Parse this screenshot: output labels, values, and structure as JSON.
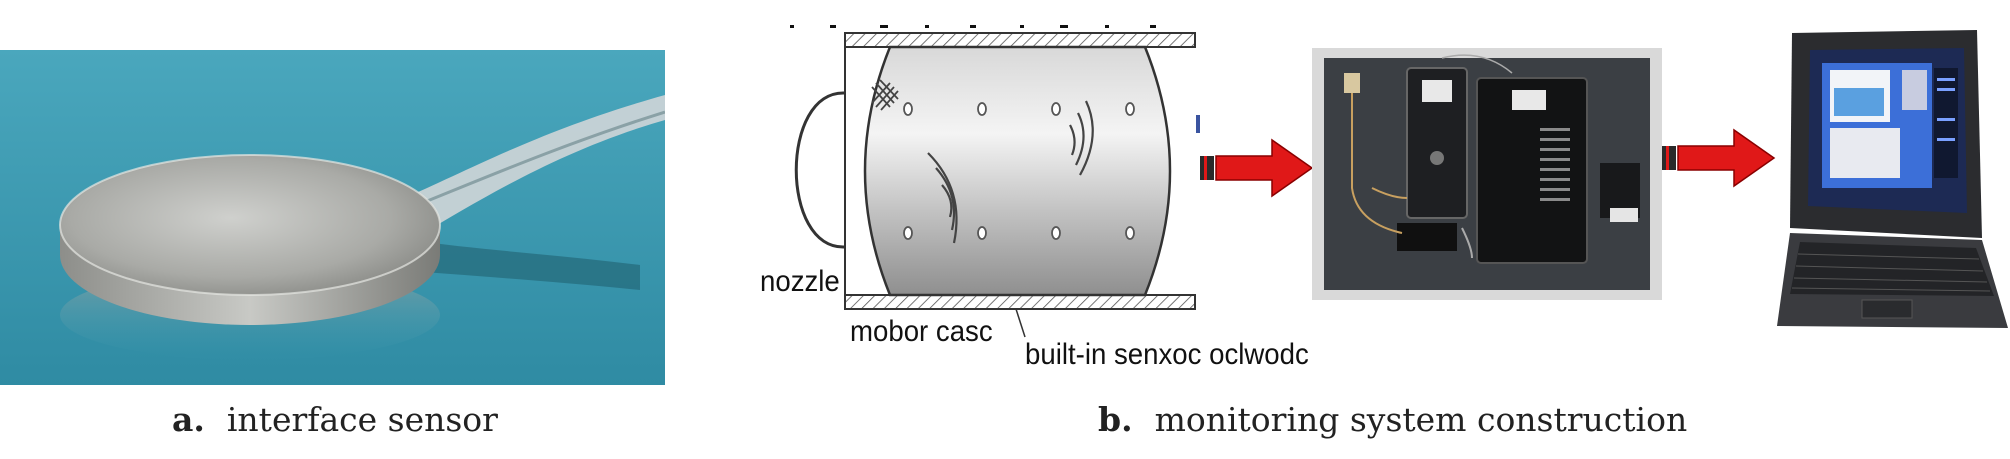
{
  "panel_a": {
    "caption_letter": "a.",
    "caption_text": "interface sensor"
  },
  "panel_b": {
    "caption_letter": "b.",
    "caption_text": "monitoring system construction",
    "labels": {
      "nozzle": "nozzle",
      "motor_case": "mobor casc",
      "built_in_sensor": "built-in senxoc oclwodc"
    }
  },
  "colors": {
    "sensor_background": "#3e9ab0",
    "arrow_red": "#e01818",
    "arrow_tail": "#2a2a2a"
  }
}
